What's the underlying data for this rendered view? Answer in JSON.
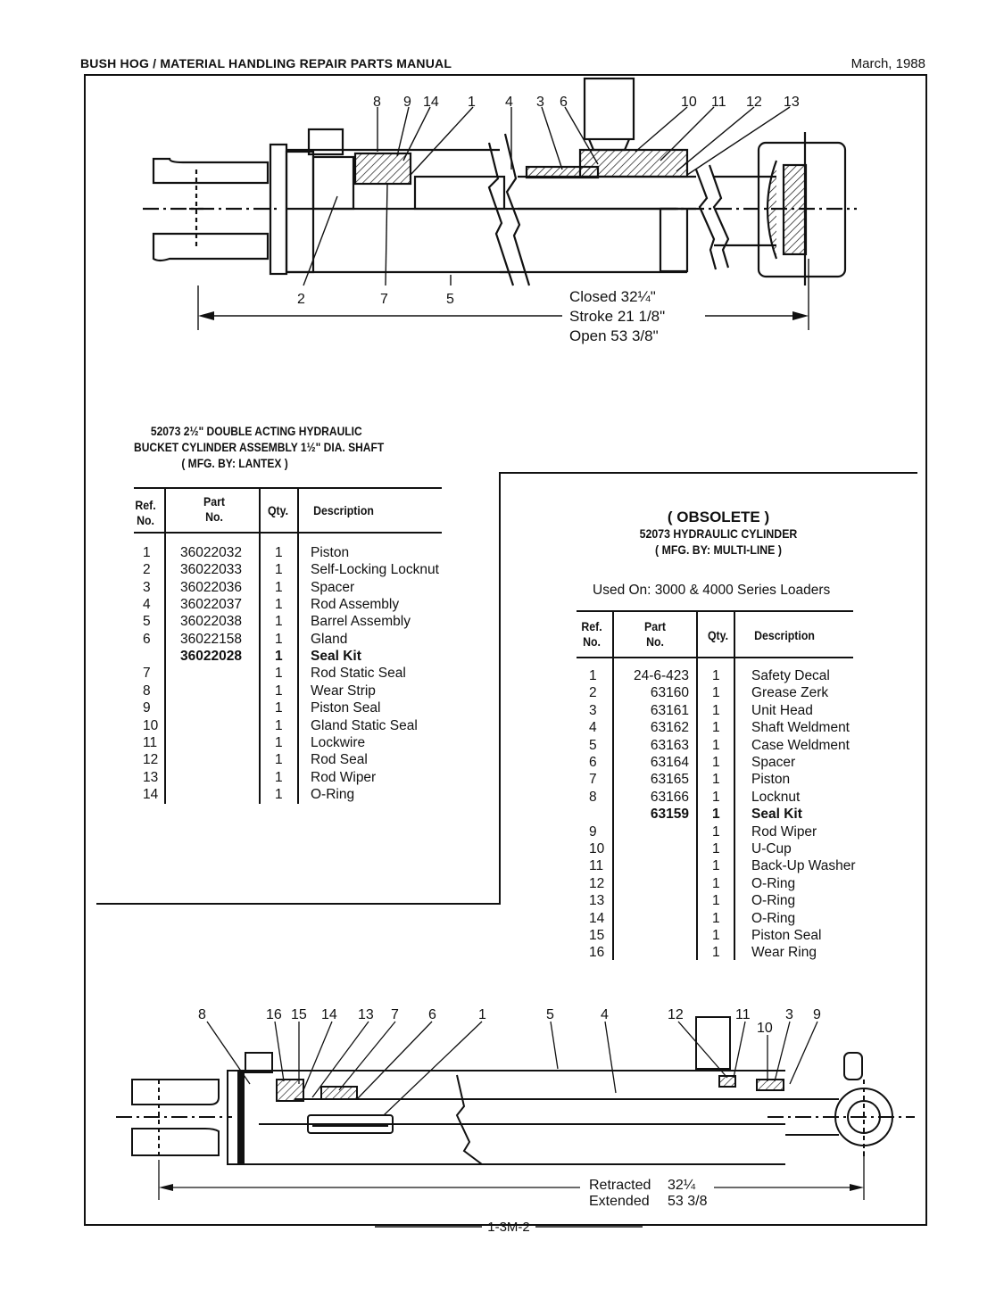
{
  "header": {
    "title": "BUSH HOG / MATERIAL HANDLING REPAIR PARTS MANUAL",
    "date": "March, 1988"
  },
  "diagram_top": {
    "callouts_top": [
      "8",
      "9",
      "14",
      "1",
      "4",
      "3",
      "6",
      "10",
      "11",
      "12",
      "13"
    ],
    "callouts_bottom": [
      "2",
      "7",
      "5"
    ],
    "dimensions": {
      "closed": "Closed 32¼\"",
      "stroke": "Stroke 21 1/8\"",
      "open": "Open 53 3/8\""
    }
  },
  "table1": {
    "title_line1": "52073  2½\" DOUBLE ACTING HYDRAULIC",
    "title_line2": "BUCKET CYLINDER ASSEMBLY 1½\" DIA. SHAFT",
    "title_line3": "( MFG. BY:  LANTEX )",
    "headers": {
      "ref_a": "Ref.",
      "ref_b": "No.",
      "part_a": "Part",
      "part_b": "No.",
      "qty": "Qty.",
      "desc": "Description"
    },
    "rows": [
      {
        "ref": "1",
        "part": "36022032",
        "qty": "1",
        "desc": "Piston"
      },
      {
        "ref": "2",
        "part": "36022033",
        "qty": "1",
        "desc": "Self-Locking Locknut"
      },
      {
        "ref": "3",
        "part": "36022036",
        "qty": "1",
        "desc": "Spacer"
      },
      {
        "ref": "4",
        "part": "36022037",
        "qty": "1",
        "desc": "Rod Assembly"
      },
      {
        "ref": "5",
        "part": "36022038",
        "qty": "1",
        "desc": "Barrel Assembly"
      },
      {
        "ref": "6",
        "part": "36022158",
        "qty": "1",
        "desc": "Gland"
      },
      {
        "ref": "",
        "part": "36022028",
        "qty": "1",
        "desc": "Seal Kit",
        "bold": true
      },
      {
        "ref": "7",
        "part": "",
        "qty": "1",
        "desc": "Rod Static Seal"
      },
      {
        "ref": "8",
        "part": "",
        "qty": "1",
        "desc": "Wear Strip"
      },
      {
        "ref": "9",
        "part": "",
        "qty": "1",
        "desc": "Piston Seal"
      },
      {
        "ref": "10",
        "part": "",
        "qty": "1",
        "desc": "Gland Static Seal"
      },
      {
        "ref": "11",
        "part": "",
        "qty": "1",
        "desc": "Lockwire"
      },
      {
        "ref": "12",
        "part": "",
        "qty": "1",
        "desc": "Rod Seal"
      },
      {
        "ref": "13",
        "part": "",
        "qty": "1",
        "desc": "Rod Wiper"
      },
      {
        "ref": "14",
        "part": "",
        "qty": "1",
        "desc": "O-Ring"
      }
    ]
  },
  "table2": {
    "title_obsolete": "( OBSOLETE )",
    "title_line2": "52073 HYDRAULIC CYLINDER",
    "title_line3": "( MFG. BY:  MULTI-LINE )",
    "used_on": "Used On:  3000 & 4000 Series Loaders",
    "headers": {
      "ref_a": "Ref.",
      "ref_b": "No.",
      "part_a": "Part",
      "part_b": "No.",
      "qty": "Qty.",
      "desc": "Description"
    },
    "rows": [
      {
        "ref": "1",
        "part": "24-6-423",
        "qty": "1",
        "desc": "Safety Decal"
      },
      {
        "ref": "2",
        "part": "63160",
        "qty": "1",
        "desc": "Grease Zerk"
      },
      {
        "ref": "3",
        "part": "63161",
        "qty": "1",
        "desc": "Unit Head"
      },
      {
        "ref": "4",
        "part": "63162",
        "qty": "1",
        "desc": "Shaft Weldment"
      },
      {
        "ref": "5",
        "part": "63163",
        "qty": "1",
        "desc": "Case Weldment"
      },
      {
        "ref": "6",
        "part": "63164",
        "qty": "1",
        "desc": "Spacer"
      },
      {
        "ref": "7",
        "part": "63165",
        "qty": "1",
        "desc": "Piston"
      },
      {
        "ref": "8",
        "part": "63166",
        "qty": "1",
        "desc": "Locknut"
      },
      {
        "ref": "",
        "part": "63159",
        "qty": "1",
        "desc": "Seal Kit",
        "bold": true
      },
      {
        "ref": "9",
        "part": "",
        "qty": "1",
        "desc": "Rod Wiper"
      },
      {
        "ref": "10",
        "part": "",
        "qty": "1",
        "desc": "U-Cup"
      },
      {
        "ref": "11",
        "part": "",
        "qty": "1",
        "desc": "Back-Up Washer"
      },
      {
        "ref": "12",
        "part": "",
        "qty": "1",
        "desc": "O-Ring"
      },
      {
        "ref": "13",
        "part": "",
        "qty": "1",
        "desc": "O-Ring"
      },
      {
        "ref": "14",
        "part": "",
        "qty": "1",
        "desc": "O-Ring"
      },
      {
        "ref": "15",
        "part": "",
        "qty": "1",
        "desc": "Piston Seal"
      },
      {
        "ref": "16",
        "part": "",
        "qty": "1",
        "desc": "Wear Ring"
      }
    ]
  },
  "diagram_bottom": {
    "callouts_top": [
      "8",
      "16",
      "15",
      "14",
      "13",
      "7",
      "6",
      "1",
      "5",
      "4",
      "12",
      "11",
      "10",
      "3",
      "9"
    ],
    "dimensions": {
      "retracted_label": "Retracted",
      "retracted_value": "32¼",
      "extended_label": "Extended",
      "extended_value": "53 3/8"
    }
  },
  "footer": {
    "page": "1-3M-2"
  }
}
